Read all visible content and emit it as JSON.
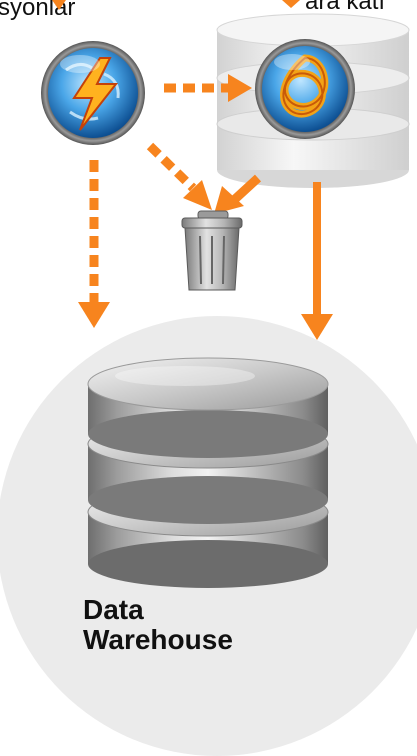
{
  "labels": {
    "top_left": "syonlar",
    "top_right": "ara katı"
  },
  "warehouse": {
    "line1": "Data",
    "line2": "Warehouse"
  },
  "colors": {
    "arrow": "#f7841e",
    "circle_bg": "#ebebeb",
    "text": "#111111"
  },
  "icons": {
    "source": "lightning-orb-icon",
    "staging": "trefoil-knot-icon",
    "trash": "trash-can-icon",
    "database_small": "database-cylinder-icon",
    "database_large": "database-cylinder-icon"
  }
}
